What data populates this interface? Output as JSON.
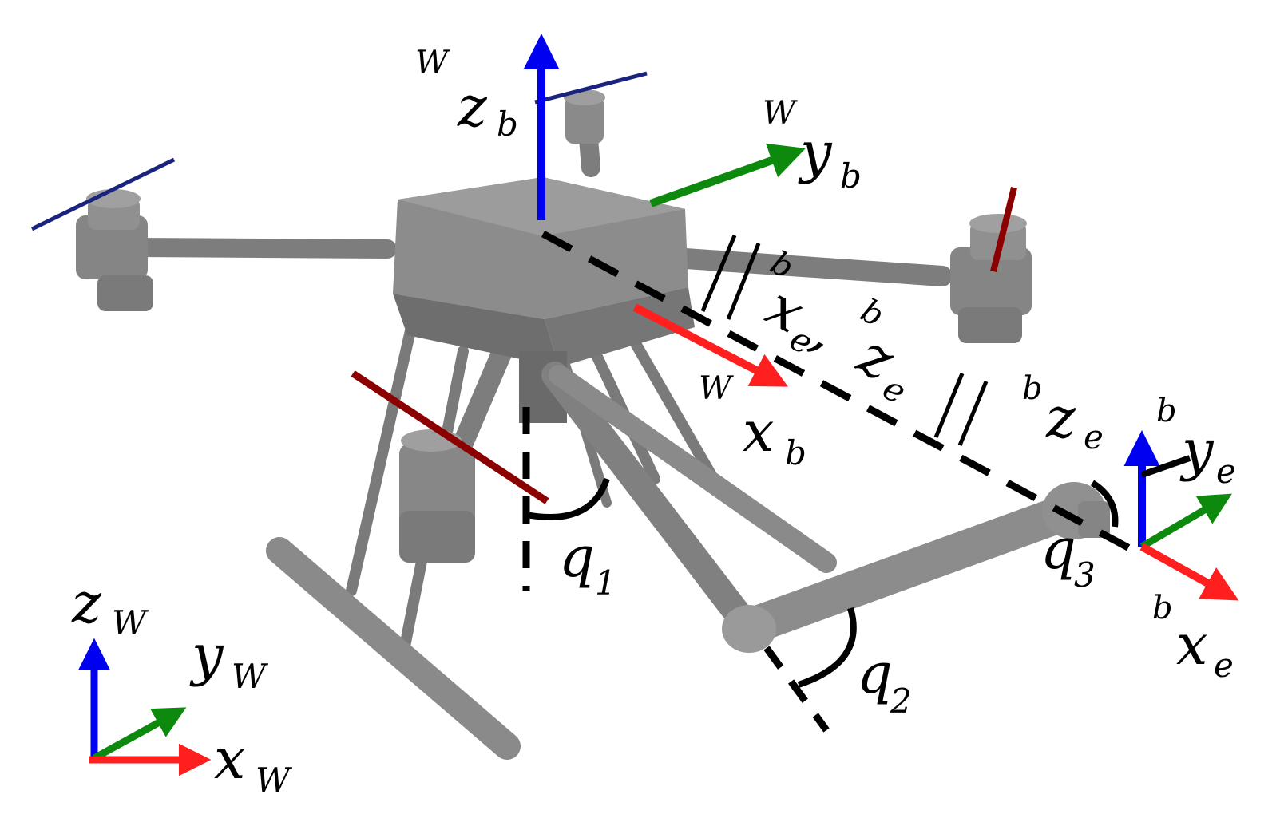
{
  "colors": {
    "x_axis": "#ff1f1f",
    "y_axis": "#0d8a0d",
    "z_axis": "#0000f0",
    "body": "#7d7d7d",
    "body_light": "#999999",
    "body_dark": "#5a5a5a",
    "propeller_blue": "#1a237e",
    "propeller_red": "#8b0000",
    "annotation": "#000000"
  },
  "labels": {
    "world_body_z": {
      "sup": "W",
      "base": "z",
      "sub": "b"
    },
    "world_body_y": {
      "sup": "W",
      "base": "y",
      "sub": "b"
    },
    "world_body_x": {
      "sup": "W",
      "base": "x",
      "sub": "b"
    },
    "dist_param": {
      "sup": "b",
      "base": "x",
      "sub": "e",
      "sep": ",",
      "sup2": "b",
      "base2": "z",
      "sub2": "e"
    },
    "ee_z": {
      "sup": "b",
      "base": "z",
      "sub": "e"
    },
    "ee_y": {
      "sup": "b",
      "base": "y",
      "sub": "e"
    },
    "ee_x": {
      "sup": "b",
      "base": "x",
      "sub": "e"
    },
    "q1": {
      "base": "q",
      "sub": "1"
    },
    "q2": {
      "base": "q",
      "sub": "2"
    },
    "q3": {
      "base": "q",
      "sub": "3"
    },
    "world_z": {
      "base": "z",
      "sub": "W"
    },
    "world_y": {
      "base": "y",
      "sub": "W"
    },
    "world_x": {
      "base": "x",
      "sub": "W"
    }
  }
}
